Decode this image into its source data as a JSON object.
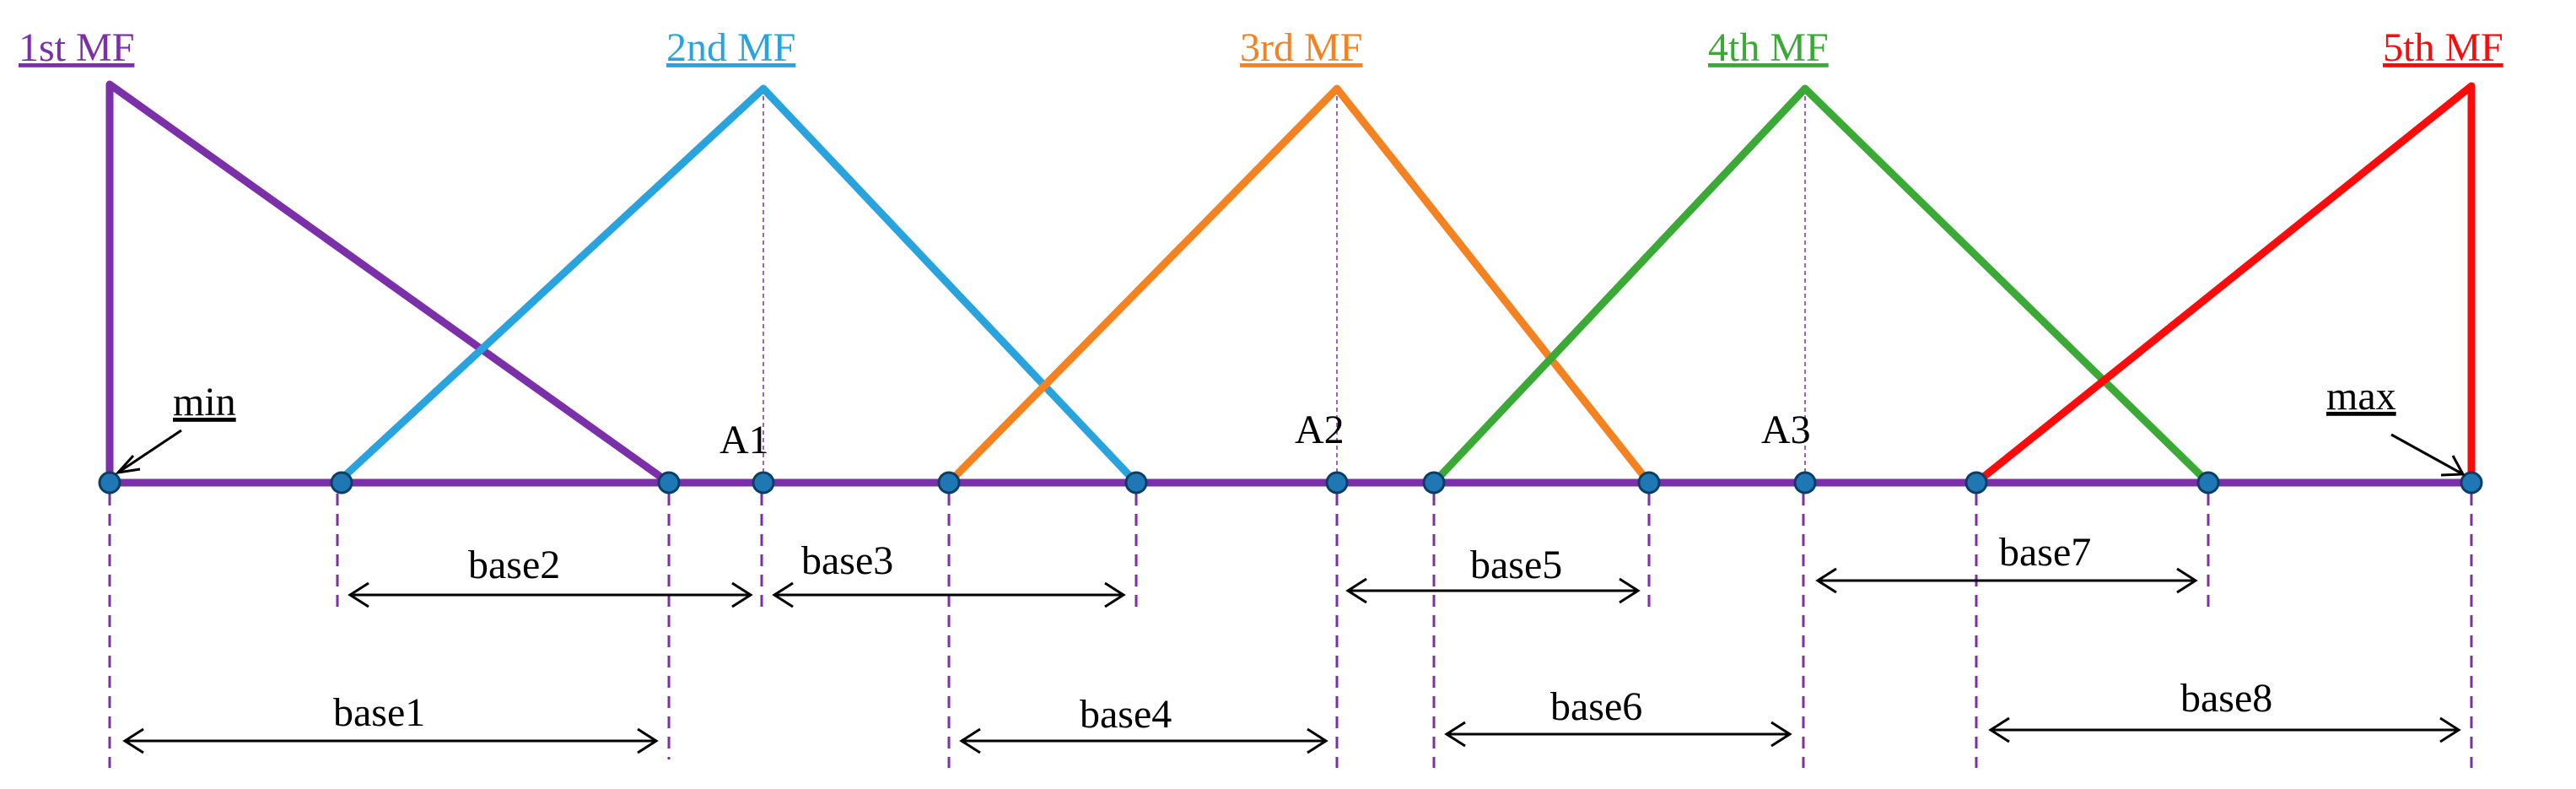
{
  "colors": {
    "mf1": "#7b2fa8",
    "mf2": "#29a3dd",
    "mf3": "#f58220",
    "mf4": "#3aa935",
    "mf5": "#ff0a0a",
    "axis": "#7b2fa8",
    "node": "#1f77b4"
  },
  "membership_functions": [
    {
      "label": "1st MF",
      "color_key": "mf1"
    },
    {
      "label": "2nd MF",
      "color_key": "mf2"
    },
    {
      "label": "3rd MF",
      "color_key": "mf3"
    },
    {
      "label": "4th MF",
      "color_key": "mf4"
    },
    {
      "label": "5th MF",
      "color_key": "mf5"
    }
  ],
  "point_labels": {
    "min": "min",
    "max": "max",
    "A1": "A1",
    "A2": "A2",
    "A3": "A3"
  },
  "base_labels": [
    "base1",
    "base2",
    "base3",
    "base4",
    "base5",
    "base6",
    "base7",
    "base8"
  ]
}
